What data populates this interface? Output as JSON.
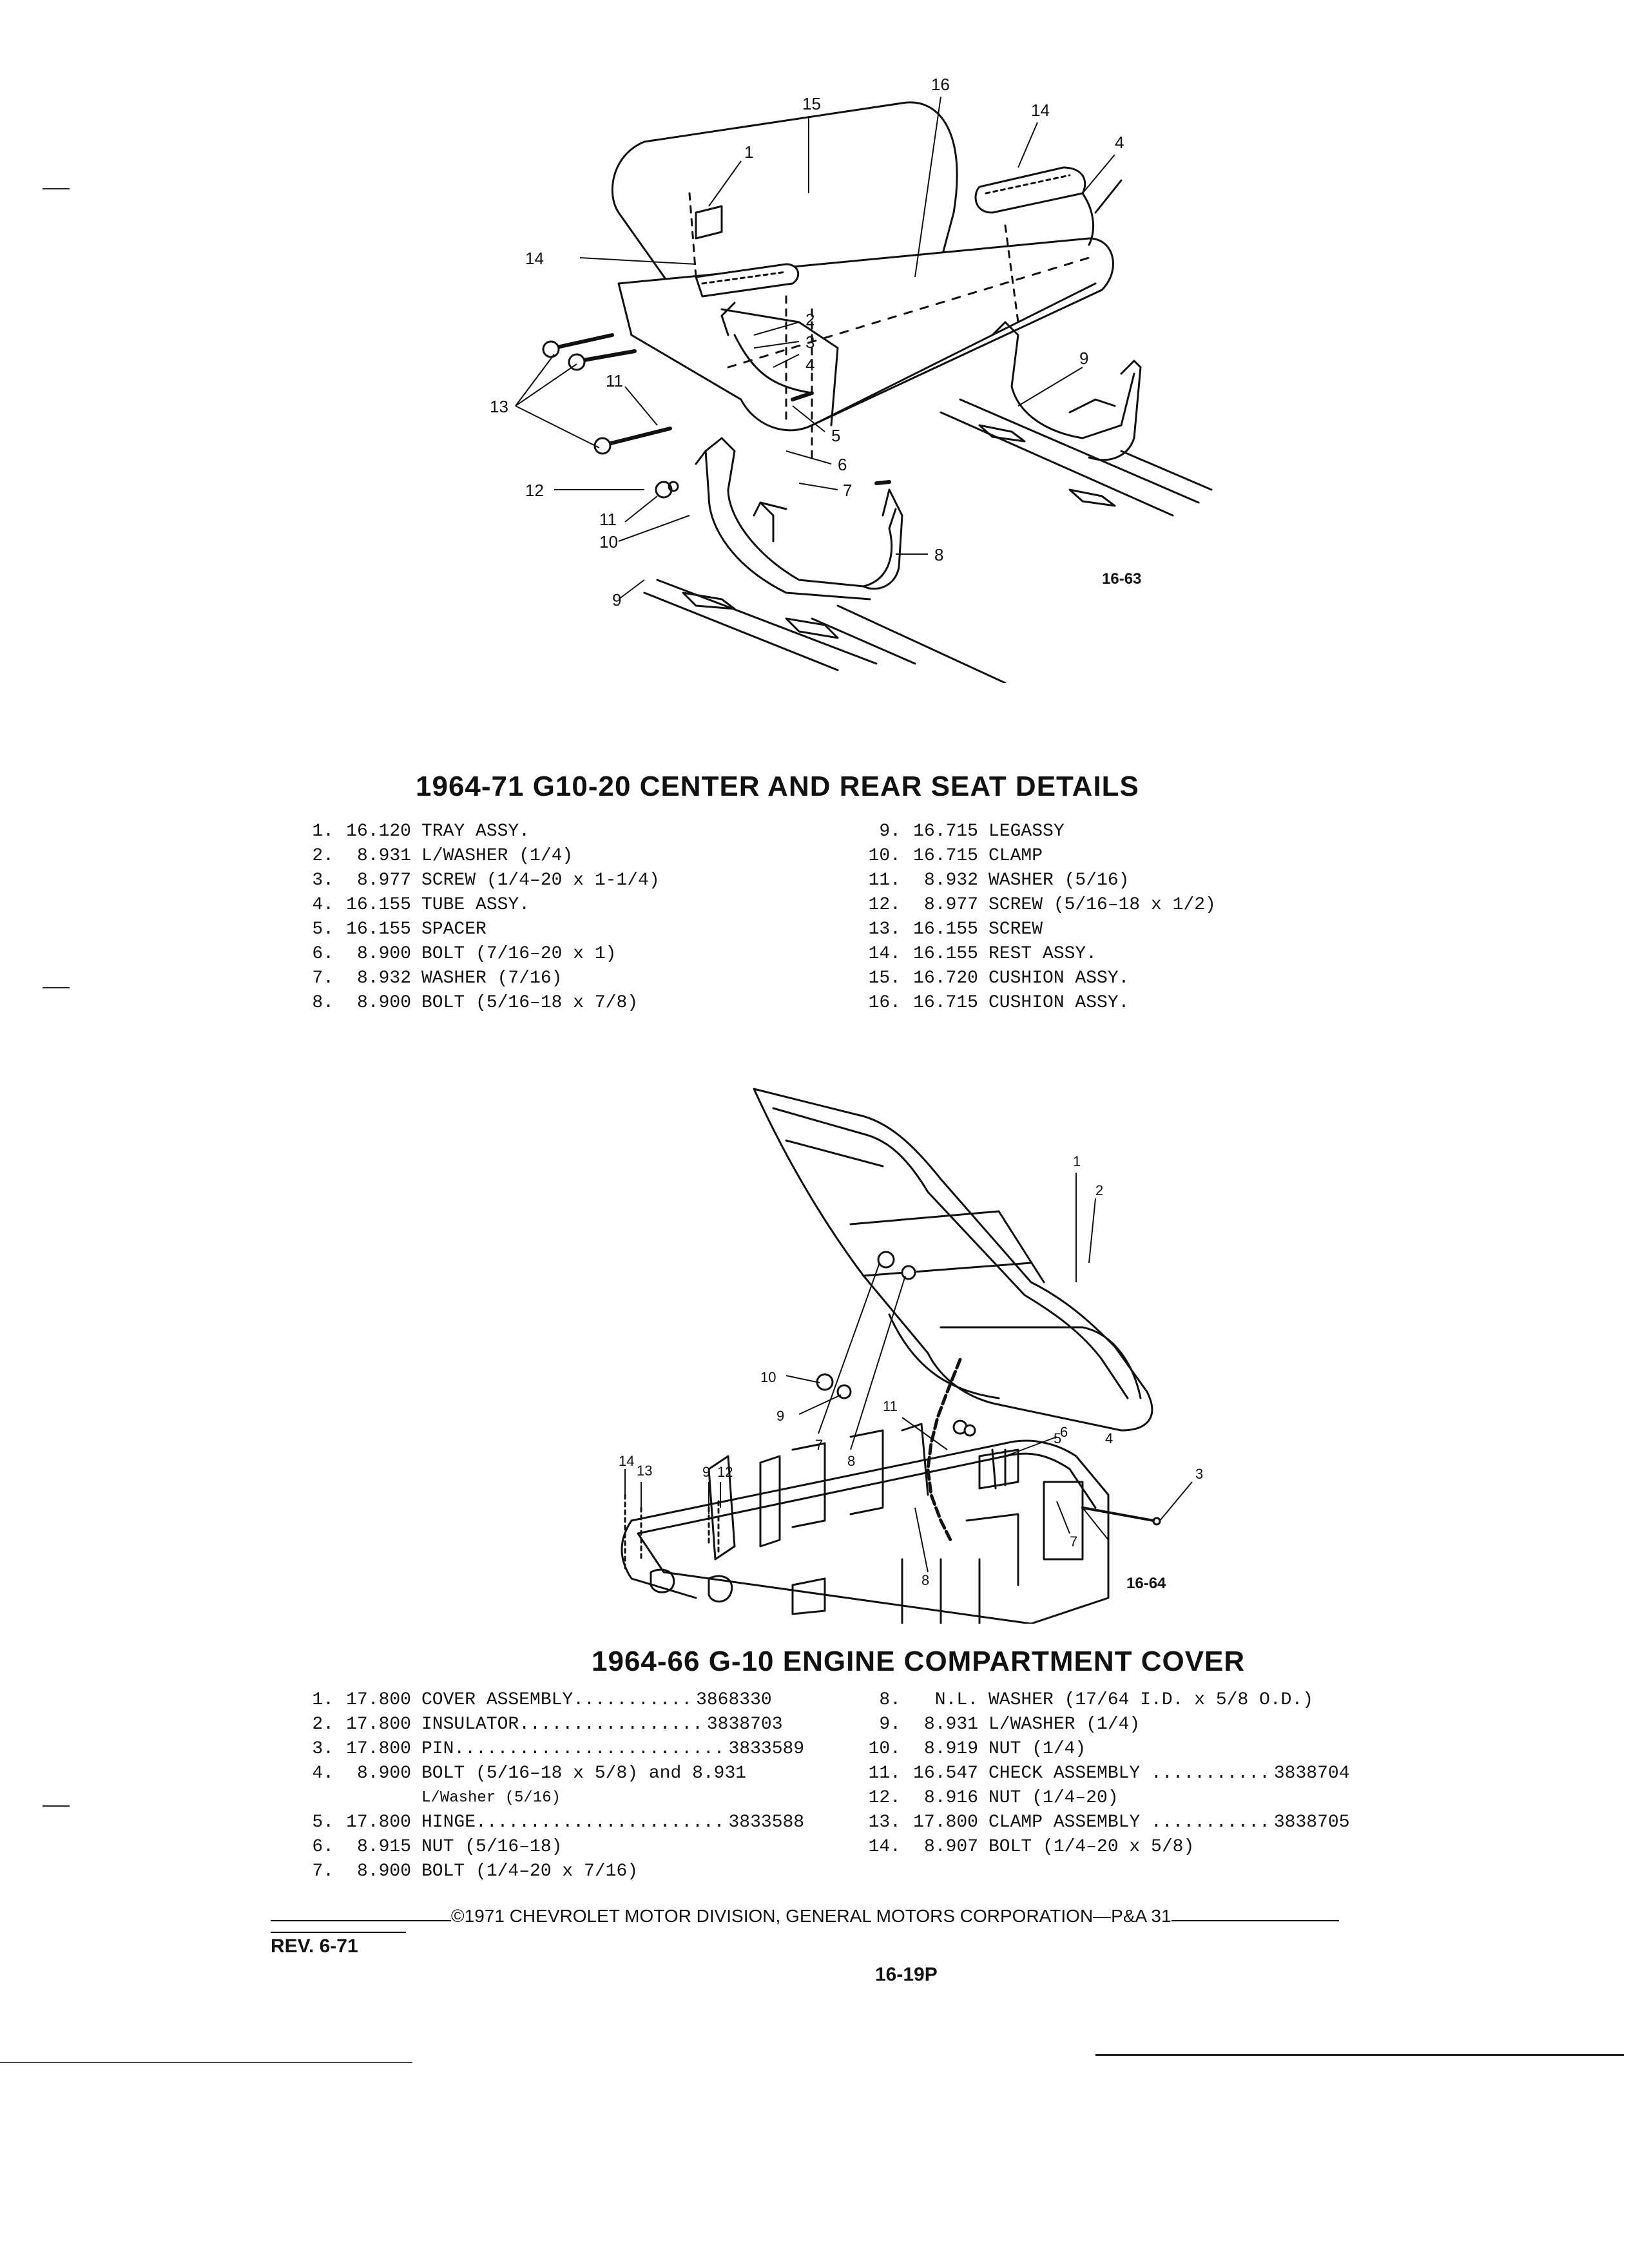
{
  "figure1": {
    "id": "16-63",
    "callouts": [
      "15",
      "16",
      "14",
      "4",
      "1",
      "14",
      "2",
      "3",
      "4",
      "13",
      "11",
      "5",
      "6",
      "12",
      "7",
      "11",
      "10",
      "8",
      "9",
      "9"
    ]
  },
  "section1": {
    "title": "1964-71 G10-20 CENTER AND REAR SEAT DETAILS",
    "left": [
      {
        "n": "1.",
        "code": "16.120",
        "desc": "TRAY ASSY."
      },
      {
        "n": "2.",
        "code": "8.931",
        "desc": "L/WASHER (1/4)"
      },
      {
        "n": "3.",
        "code": "8.977",
        "desc": "SCREW (1/4–20 x 1-1/4)"
      },
      {
        "n": "4.",
        "code": "16.155",
        "desc": "TUBE ASSY."
      },
      {
        "n": "5.",
        "code": "16.155",
        "desc": "SPACER"
      },
      {
        "n": "6.",
        "code": "8.900",
        "desc": "BOLT (7/16–20 x 1)"
      },
      {
        "n": "7.",
        "code": "8.932",
        "desc": "WASHER (7/16)"
      },
      {
        "n": "8.",
        "code": "8.900",
        "desc": "BOLT (5/16–18 x 7/8)"
      }
    ],
    "right": [
      {
        "n": "9.",
        "code": "16.715",
        "desc": "LEGASSY"
      },
      {
        "n": "10.",
        "code": "16.715",
        "desc": "CLAMP"
      },
      {
        "n": "11.",
        "code": "8.932",
        "desc": "WASHER (5/16)"
      },
      {
        "n": "12.",
        "code": "8.977",
        "desc": "SCREW (5/16–18 x 1/2)"
      },
      {
        "n": "13.",
        "code": "16.155",
        "desc": "SCREW"
      },
      {
        "n": "14.",
        "code": "16.155",
        "desc": "REST ASSY."
      },
      {
        "n": "15.",
        "code": "16.720",
        "desc": "CUSHION ASSY."
      },
      {
        "n": "16.",
        "code": "16.715",
        "desc": "CUSHION ASSY."
      }
    ]
  },
  "figure2": {
    "id": "16-64",
    "callouts": [
      "1",
      "2",
      "7",
      "8",
      "11",
      "10",
      "9",
      "6",
      "3",
      "14",
      "13",
      "9",
      "12",
      "5",
      "4",
      "8",
      "7"
    ]
  },
  "section2": {
    "title": "1964-66 G-10 ENGINE COMPARTMENT COVER",
    "left": [
      {
        "n": "1.",
        "code": "17.800",
        "desc": "COVER ASSEMBLY...........",
        "pn": "3868330"
      },
      {
        "n": "2.",
        "code": "17.800",
        "desc": "INSULATOR.................",
        "pn": "3838703"
      },
      {
        "n": "3.",
        "code": "17.800",
        "desc": "PIN.........................",
        "pn": "3833589"
      },
      {
        "n": "4.",
        "code": "8.900",
        "desc": "BOLT (5/16–18 x 5/8) and 8.931"
      },
      {
        "n": "",
        "code": "",
        "desc": "L/Washer (5/16)",
        "cont": true
      },
      {
        "n": "5.",
        "code": "17.800",
        "desc": "HINGE.......................",
        "pn": "3833588"
      },
      {
        "n": "6.",
        "code": "8.915",
        "desc": "NUT (5/16–18)"
      },
      {
        "n": "7.",
        "code": "8.900",
        "desc": "BOLT (1/4–20 x 7/16)"
      }
    ],
    "right": [
      {
        "n": "8.",
        "code": "N.L.",
        "desc": "WASHER (17/64 I.D. x 5/8 O.D.)"
      },
      {
        "n": "9.",
        "code": "8.931",
        "desc": "L/WASHER (1/4)"
      },
      {
        "n": "10.",
        "code": "8.919",
        "desc": "NUT (1/4)"
      },
      {
        "n": "11.",
        "code": "16.547",
        "desc": "CHECK ASSEMBLY ...........",
        "pn": "3838704"
      },
      {
        "n": "12.",
        "code": "8.916",
        "desc": "NUT (1/4–20)"
      },
      {
        "n": "13.",
        "code": "17.800",
        "desc": "CLAMP ASSEMBLY ...........",
        "pn": "3838705"
      },
      {
        "n": "14.",
        "code": "8.907",
        "desc": "BOLT (1/4–20 x 5/8)"
      }
    ]
  },
  "footer": {
    "copyright": "©1971 CHEVROLET MOTOR DIVISION, GENERAL MOTORS CORPORATION—P&A 31",
    "rev": "REV. 6-71",
    "page": "16-19P"
  }
}
